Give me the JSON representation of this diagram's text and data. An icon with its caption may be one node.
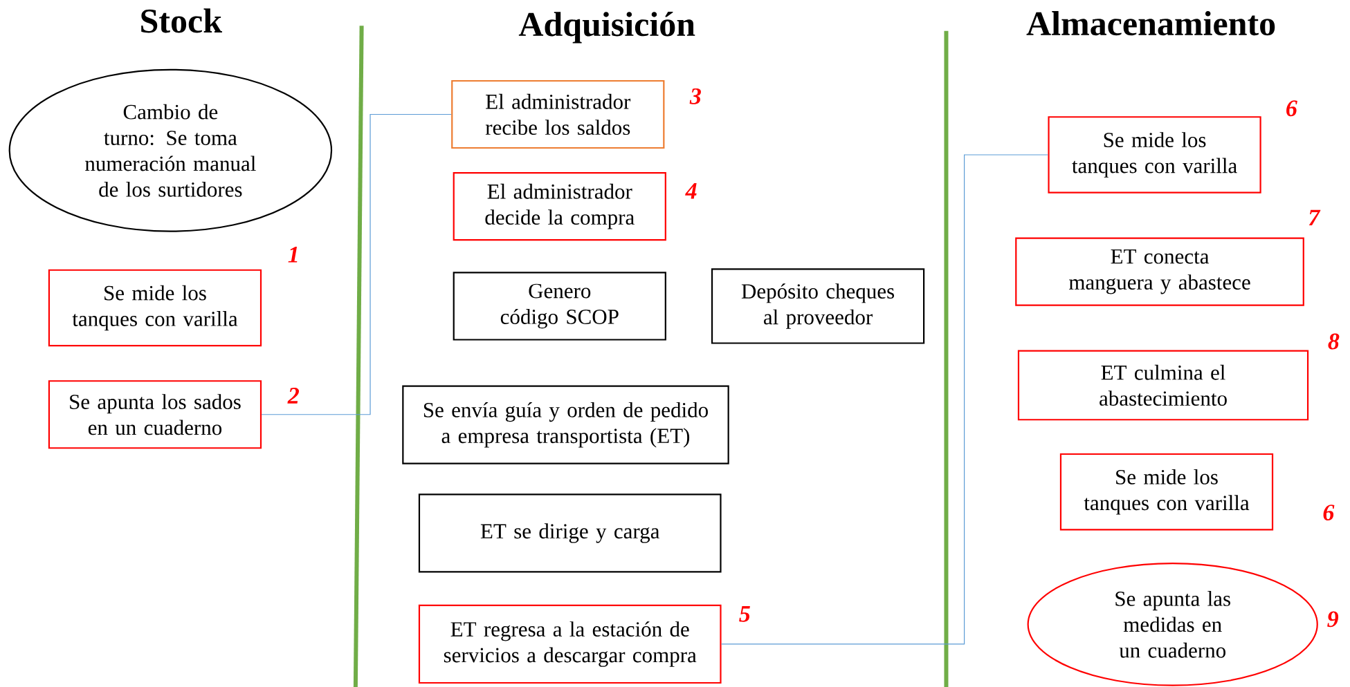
{
  "diagram": {
    "nodes": [
      {
        "text": [
          "Cambio de turno: Se toma numeración manual de los surtidores"
        ]
      },
      {
        "text": [
          "Se mide los tanques con varilla"
        ],
        "beside": [
          "1"
        ]
      },
      {
        "text": [
          "Se apunta los sados en un cuaderno"
        ],
        "beside": [
          "2"
        ]
      },
      {
        "text": [
          "El administrador recibe los saldos"
        ],
        "beside": [
          "3"
        ]
      },
      {
        "text": [
          "El administrador decide la compra"
        ],
        "beside": [
          "4"
        ]
      },
      {
        "text": [
          "Genero código SCOP"
        ]
      },
      {
        "text": [
          "Depósito cheques al proveedor"
        ]
      },
      {
        "text": [
          "Se envía guía y orden de pedido a empresa transportista (ET)"
        ]
      },
      {
        "text": [
          "ET se dirige y carga"
        ]
      },
      {
        "text": [
          "ET regresa a la estación de servicios a descargar compra"
        ],
        "beside": [
          "5"
        ]
      },
      {
        "text": [
          "Se mide los tanques con varilla"
        ],
        "beside": [
          "6"
        ]
      },
      {
        "text": [
          "ET conecta manguera y abastece"
        ],
        "beside": [
          "7"
        ]
      },
      {
        "text": [
          "ET culmina el abastecimiento"
        ],
        "beside": [
          "8"
        ]
      },
      {
        "text": [
          "Se mide los tanques con varilla"
        ],
        "beside": [
          "6"
        ]
      },
      {
        "text": [
          "Se apunta las medidas en un cuaderno"
        ],
        "beside": [
          "9"
        ]
      }
    ],
    "edges": [
      {
        "from": 2,
        "to": 3,
        "arrow": "none"
      },
      {
        "from": 9,
        "to": 10,
        "arrow": "none"
      }
    ],
    "labels": [
      "Stock",
      "Adquisición",
      "Almacenamiento"
    ]
  }
}
